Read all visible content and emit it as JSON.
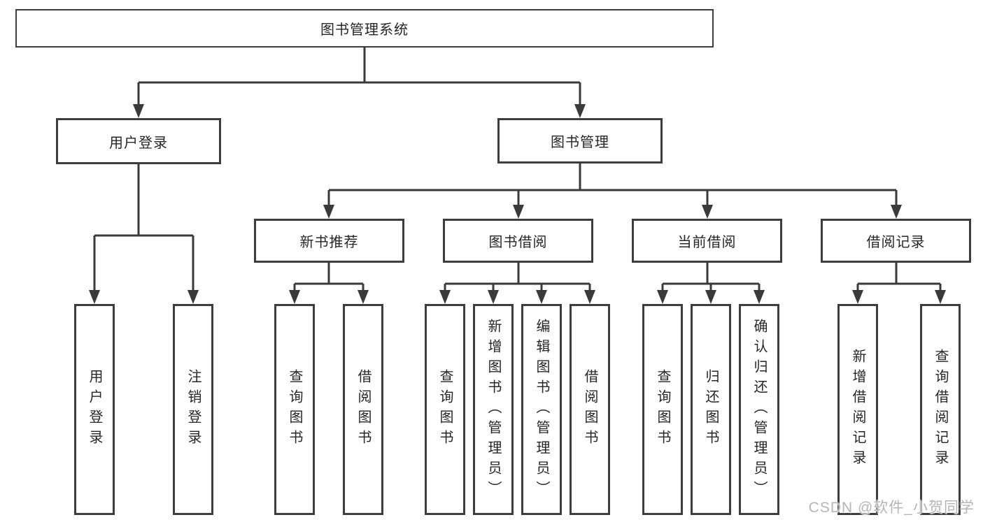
{
  "tree": {
    "root": "图书管理系统",
    "user_login": {
      "label": "用户登录",
      "children": [
        "用户登录",
        "注销登录"
      ]
    },
    "book_mgmt": {
      "label": "图书管理",
      "sections": [
        {
          "label": "新书推荐",
          "children": [
            "查询图书",
            "借阅图书"
          ]
        },
        {
          "label": "图书借阅",
          "children": [
            "查询图书",
            "新增图书（管理员）",
            "编辑图书（管理员）",
            "借阅图书"
          ]
        },
        {
          "label": "当前借阅",
          "children": [
            "查询图书",
            "归还图书",
            "确认归还（管理员）"
          ]
        },
        {
          "label": "借阅记录",
          "children": [
            "新增借阅记录",
            "查询借阅记录"
          ]
        }
      ]
    }
  },
  "watermark": "CSDN @软件_小贺同学",
  "colors": {
    "line": "#3a3a3a",
    "box_border": "#3d3d3d",
    "text": "#262626",
    "watermark": "#b5b5b5",
    "background": "#ffffff"
  }
}
